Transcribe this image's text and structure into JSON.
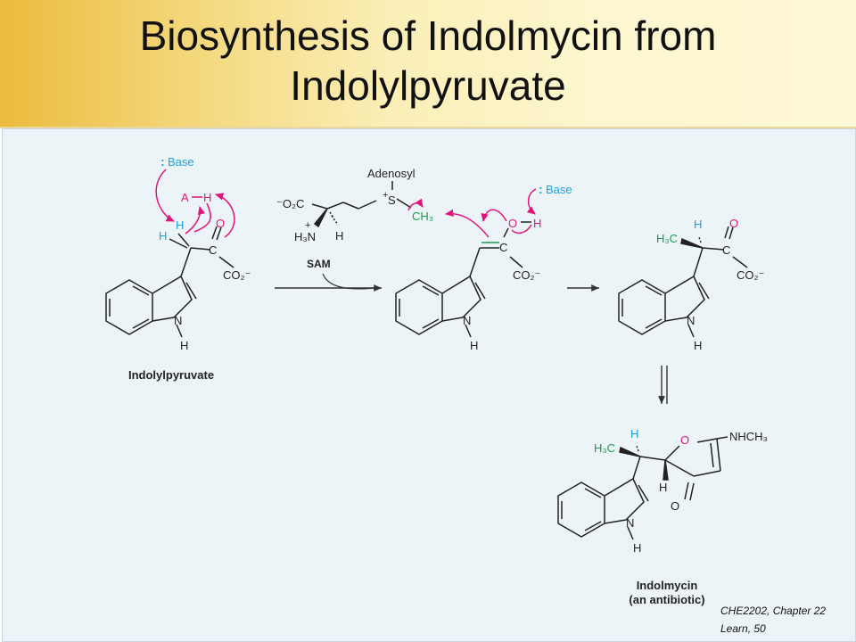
{
  "slide": {
    "title_line1": "Biosynthesis of Indolmycin from",
    "title_line2": "Indolylpyruvate",
    "footer_line1": "CHE2202, Chapter 22",
    "footer_line2": "Learn, 50"
  },
  "diagram": {
    "compound_1": {
      "name": "Indolylpyruvate",
      "base": "Base",
      "acid_A": "A",
      "acid_H": "H",
      "alpha_H1": "H",
      "alpha_H2": "H",
      "oxygen": "O",
      "carbon": "C",
      "carboxylate": "CO₂⁻",
      "nitrogen": "N",
      "nh_hydrogen": "H"
    },
    "reagent": {
      "name": "SAM",
      "adenosyl": "Adenosyl",
      "sulfur": "S",
      "methyl": "CH₃",
      "carboxylate": "⁻O₂C",
      "amine": "H₃N",
      "h": "H"
    },
    "compound_2": {
      "base": "Base",
      "oxygen": "O",
      "h": "H",
      "carbon": "C",
      "carboxylate": "CO₂⁻",
      "nitrogen": "N",
      "nh_hydrogen": "H"
    },
    "compound_3": {
      "methyl": "H₃C",
      "h": "H",
      "oxygen": "O",
      "carbon": "C",
      "carboxylate": "CO₂⁻",
      "nitrogen": "N",
      "nh_hydrogen": "H"
    },
    "compound_4": {
      "name_line1": "Indolmycin",
      "name_line2": "(an antibiotic)",
      "methyl": "H₃C",
      "h_top": "H",
      "h_ring": "H",
      "ring_oxygen": "O",
      "ketone_oxygen": "O",
      "amino": "NHCH₃",
      "nitrogen": "N",
      "nh_hydrogen": "H"
    },
    "colors": {
      "arrow_magenta": "#e0157c",
      "cyan": "#1aa3dd",
      "green": "#1a9b4b",
      "ink": "#222222"
    }
  }
}
